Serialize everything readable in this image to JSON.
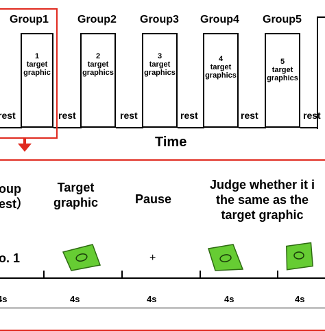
{
  "groups": [
    {
      "name": "Group1",
      "num": "1",
      "line1": "target",
      "line2": "graphic"
    },
    {
      "name": "Group2",
      "num": "2",
      "line1": "target",
      "line2": "graphics"
    },
    {
      "name": "Group3",
      "num": "3",
      "line1": "target",
      "line2": "graphics"
    },
    {
      "name": "Group4",
      "num": "4",
      "line1": "target",
      "line2": "graphics"
    },
    {
      "name": "Group5",
      "num": "5",
      "line1": "target",
      "line2": "graphics"
    }
  ],
  "rest_label": "rest",
  "time_title": "Time",
  "detail": {
    "first_header": {
      "line1": "oup",
      "line2": "est）"
    },
    "target_header": {
      "line1": "Target",
      "line2": "graphic"
    },
    "pause_header": "Pause",
    "judge_header": {
      "line1": "Judge whether it i",
      "line2": "the same as the",
      "line3": "target graphic"
    },
    "row_label": "o. 1",
    "pause_symbol": "+",
    "durations": [
      "4s",
      "4s",
      "4s",
      "4s",
      "4s"
    ]
  },
  "colors": {
    "highlight": "#e02a1f",
    "shape_fill": "#66cc33",
    "shape_stroke": "#2e6b12"
  }
}
